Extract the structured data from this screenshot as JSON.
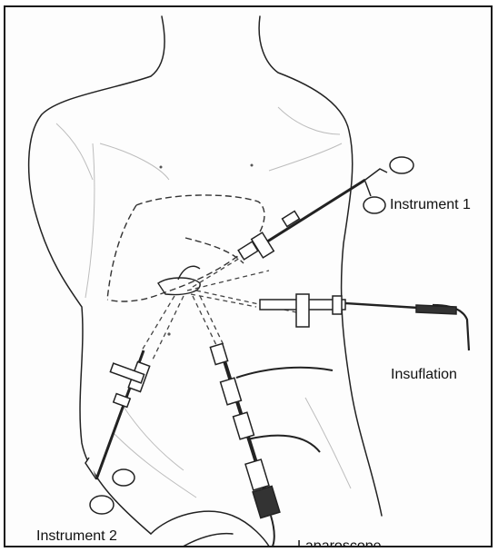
{
  "labels": {
    "instrument_1": "Instrument 1",
    "insuflation": "Insuflation",
    "instrument_2": "Instrument 2",
    "laparoscope": "Laparoscope"
  },
  "colors": {
    "line": "#222222",
    "shade": "#bdbdbd",
    "skin": "#f3f3f3"
  }
}
